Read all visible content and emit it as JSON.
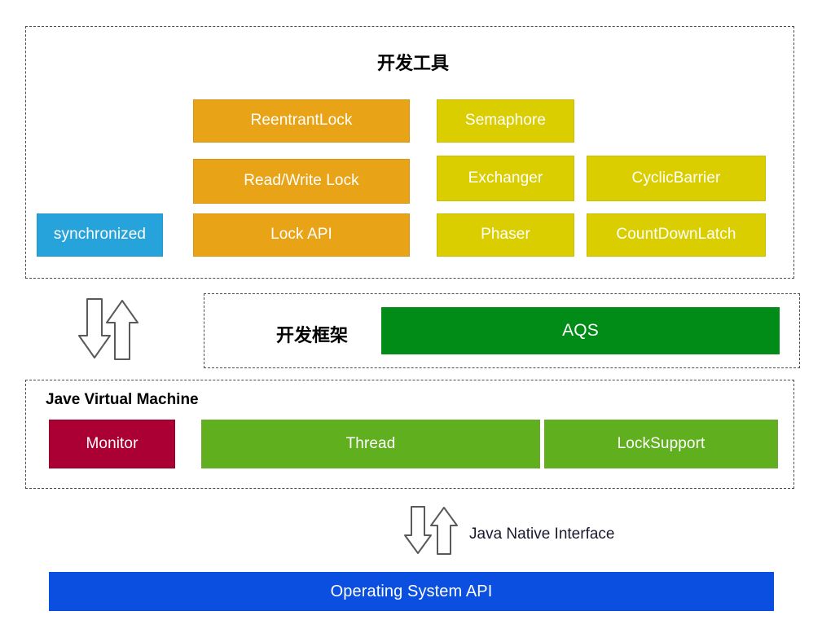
{
  "diagram": {
    "title_layers": {
      "dev_tools": "开发工具",
      "dev_framework": "开发框架",
      "jvm": "Jave Virtual Machine"
    },
    "captions": {
      "jni": "Java Native Interface"
    },
    "layers": [
      {
        "id": "dev-tools",
        "heading": "开发工具",
        "nodes": [
          {
            "label": "ReentrantLock",
            "color": "#e8a317"
          },
          {
            "label": "Semaphore",
            "color": "#dbce00"
          },
          {
            "label": "Read/Write Lock",
            "color": "#e8a317"
          },
          {
            "label": "Exchanger",
            "color": "#dbce00"
          },
          {
            "label": "CyclicBarrier",
            "color": "#dbce00"
          },
          {
            "label": "synchronized",
            "color": "#27a3dc"
          },
          {
            "label": "Lock API",
            "color": "#e8a317"
          },
          {
            "label": "Phaser",
            "color": "#dbce00"
          },
          {
            "label": "CountDownLatch",
            "color": "#dbce00"
          }
        ]
      },
      {
        "id": "dev-framework",
        "heading": "开发框架",
        "nodes": [
          {
            "label": "AQS",
            "color": "#008c16"
          }
        ]
      },
      {
        "id": "jvm",
        "heading": "Jave Virtual Machine",
        "nodes": [
          {
            "label": "Monitor",
            "color": "#aa0033"
          },
          {
            "label": "Thread",
            "color": "#5faf1e"
          },
          {
            "label": "LockSupport",
            "color": "#5faf1e"
          }
        ]
      },
      {
        "id": "os",
        "heading": "",
        "nodes": [
          {
            "label": "Operating System API",
            "color": "#0b4fe0"
          }
        ]
      }
    ],
    "arrows": [
      {
        "id": "tools-to-framework",
        "icon": "bidirectional-updown-arrows",
        "label": ""
      },
      {
        "id": "jvm-to-os",
        "icon": "bidirectional-updown-arrows",
        "label": "Java Native Interface"
      }
    ],
    "palette": {
      "orange": "#e8a317",
      "yellow": "#dbce00",
      "light_blue": "#27a3dc",
      "dark_green": "#008c16",
      "light_green": "#5faf1e",
      "dark_red": "#aa0033",
      "bright_blue": "#0b4fe0",
      "dashed_border": "#4d4d4d",
      "arrow_stroke": "#595959",
      "text_on_fill": "#ffffff",
      "heading_text": "#000000"
    }
  }
}
